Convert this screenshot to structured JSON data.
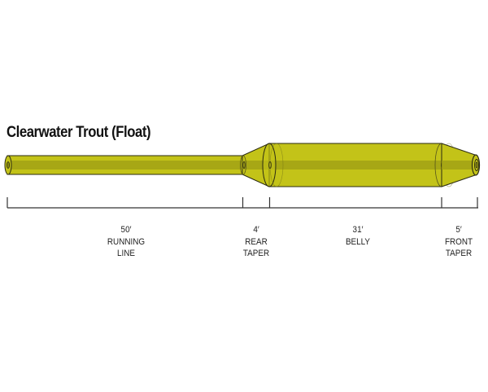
{
  "title": "Clearwater Trout (Float)",
  "colors": {
    "line_fill": "#c3c318",
    "line_core": "#9a9a12",
    "outline": "#2b2b12",
    "scale": "#333333"
  },
  "segments": [
    {
      "length": "50′",
      "name_line1": "RUNNING",
      "name_line2": "LINE"
    },
    {
      "length": "4′",
      "name_line1": "REAR",
      "name_line2": "TAPER"
    },
    {
      "length": "31′",
      "name_line1": "BELLY",
      "name_line2": ""
    },
    {
      "length": "5′",
      "name_line1": "FRONT",
      "name_line2": "TAPER"
    }
  ]
}
